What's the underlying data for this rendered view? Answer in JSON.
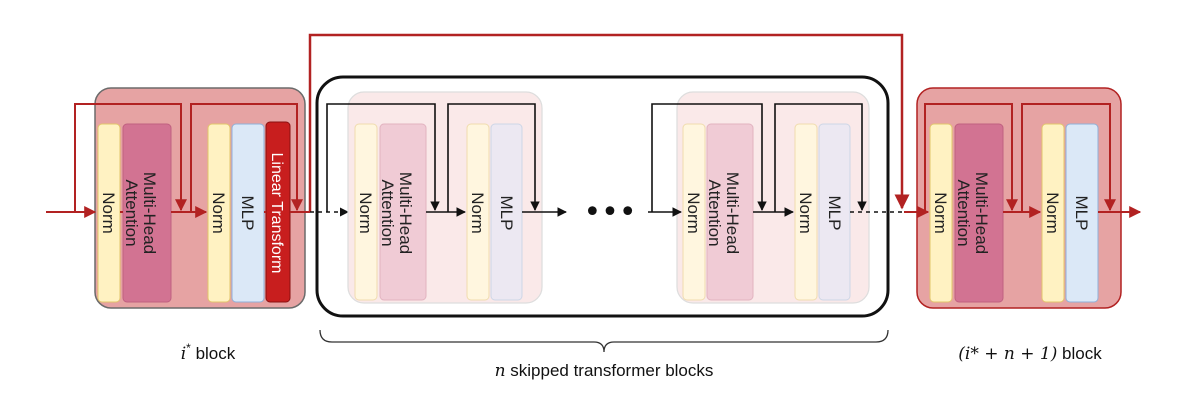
{
  "labels": {
    "norm": "Norm",
    "mha_line1": "Multi-Head",
    "mha_line2": "Attention",
    "mlp": "MLP",
    "linear_transform": "Linear Transform",
    "ellipsis": "•••"
  },
  "captions": {
    "left_math": "i",
    "left_sup": "*",
    "left_text": " block",
    "middle_math": "n",
    "middle_text": " skipped transformer blocks",
    "right_math": "(i* + n + 1)",
    "right_text": " block"
  },
  "colors": {
    "red": "#b22222",
    "block_bg": "#e8a4a4",
    "mha": "#d27392",
    "norm": "#fff3c8",
    "mlp": "#dbe8f7",
    "linear": "#c81e1e"
  }
}
